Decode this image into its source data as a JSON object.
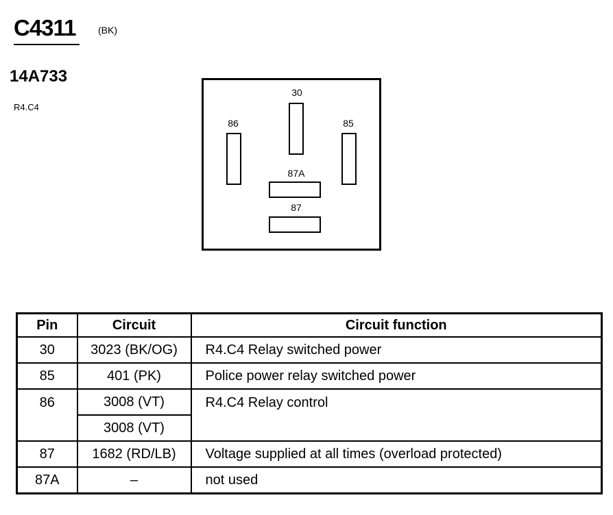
{
  "header": {
    "connector_id": "C4311",
    "connector_color": "(BK)",
    "part_number": "14A733",
    "location": "R4.C4"
  },
  "diagram": {
    "pins": {
      "p30": "30",
      "p86": "86",
      "p85": "85",
      "p87A": "87A",
      "p87": "87"
    }
  },
  "table": {
    "headers": {
      "pin": "Pin",
      "circuit": "Circuit",
      "function": "Circuit function"
    },
    "rows": [
      {
        "pin": "30",
        "circuit": "3023 (BK/OG)",
        "function": "R4.C4 Relay switched power"
      },
      {
        "pin": "85",
        "circuit": "401 (PK)",
        "function": "Police power relay switched power"
      },
      {
        "pin": "86",
        "circuit": "3008 (VT)",
        "circuit2": "3008 (VT)",
        "function": "R4.C4 Relay control"
      },
      {
        "pin": "87",
        "circuit": "1682 (RD/LB)",
        "function": "Voltage supplied at all times (overload protected)"
      },
      {
        "pin": "87A",
        "circuit": "–",
        "function": "not used"
      }
    ]
  }
}
